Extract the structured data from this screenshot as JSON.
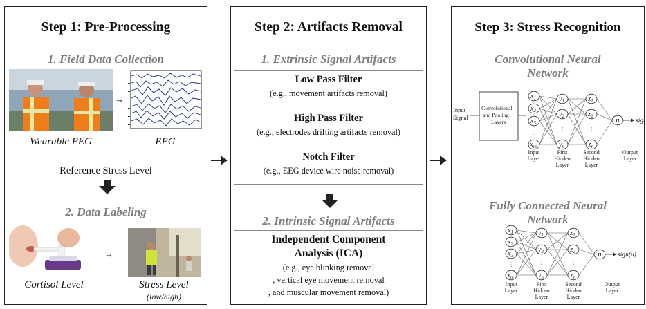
{
  "step1": {
    "title": "Step 1: Pre-Processing",
    "sub1": "1. Field Data Collection",
    "cap_wearable": "Wearable EEG",
    "cap_eeg": "EEG",
    "reference": "Reference Stress Level",
    "sub2": "2. Data Labeling",
    "cap_cortisol": "Cortisol Level",
    "cap_stress": "Stress Level",
    "cap_stress_range": "(low/high)"
  },
  "step2": {
    "title": "Step 2: Artifacts Removal",
    "sub1": "1. Extrinsic Signal Artifacts",
    "filters": [
      {
        "name": "Low Pass Filter",
        "desc": "(e.g., movement artifacts removal)"
      },
      {
        "name": "High Pass Filter",
        "desc": "(e.g., electrodes drifting artifacts removal)"
      },
      {
        "name": "Notch Filter",
        "desc": "(e.g., EEG device wire noise removal)"
      }
    ],
    "sub2": "2. Intrinsic Signal Artifacts",
    "ica_line1": "Independent Component",
    "ica_line2": "Analysis (ICA)",
    "ica_desc1": "(e.g., eye blinking  removal",
    "ica_desc2": ", vertical eye movement removal",
    "ica_desc3": ", and muscular movement removal)"
  },
  "step3": {
    "title": "Step 3: Stress Recognition",
    "cnn_title1": "Convolutional Neural",
    "cnn_title2": "Network",
    "fc_title1": "Fully Connected Neural",
    "fc_title2": "Network",
    "input_signal1": "Input",
    "input_signal2": "Signal",
    "conv_box1": "Convolutional",
    "conv_box2": "and Pooling",
    "conv_box3": "Layers",
    "nodes_x": [
      "x1",
      "x2",
      "x3",
      "xm"
    ],
    "nodes_y": [
      "y1",
      "y2",
      "yn"
    ],
    "nodes_z": [
      "z1",
      "z2",
      "zr"
    ],
    "node_u": "u",
    "output_fn": "sign(u)",
    "layer_input": [
      "Input",
      "Layer"
    ],
    "layer_first": [
      "First",
      "Hidden",
      "Layer"
    ],
    "layer_second": [
      "Second",
      "Hidden",
      "Layer"
    ],
    "layer_output": [
      "Output",
      "Layer"
    ]
  }
}
